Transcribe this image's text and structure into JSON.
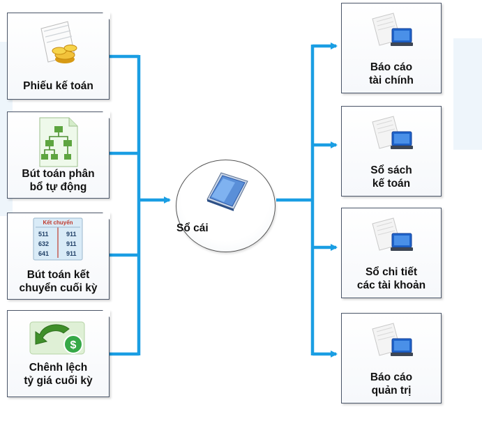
{
  "hub": {
    "label": "Sổ cái",
    "icon": "ledger-book-icon"
  },
  "inputs": [
    {
      "label": "Phiếu kế toán",
      "icon": "accounting-voucher-icon"
    },
    {
      "label": "Bút toán phân\nbổ tự động",
      "icon": "allocation-tree-icon"
    },
    {
      "label": "Bút toán kết\nchuyển cuối kỳ",
      "icon": "transfer-table-icon",
      "icon_title": "Kết chuyển",
      "icon_rows": [
        [
          "511",
          "911"
        ],
        [
          "632",
          "911"
        ],
        [
          "641",
          "911"
        ]
      ]
    },
    {
      "label": "Chênh lệch\ntỷ giá cuối kỳ",
      "icon": "exchange-rate-icon"
    }
  ],
  "outputs": [
    {
      "label": "Báo cáo\ntài chính",
      "icon": "report-computer-icon"
    },
    {
      "label": "Sổ sách\nkế toán",
      "icon": "report-computer-icon"
    },
    {
      "label": "Sổ chi tiết\ncác tài khoản",
      "icon": "report-computer-icon"
    },
    {
      "label": "Báo cáo\nquản trị",
      "icon": "report-computer-icon"
    }
  ],
  "colors": {
    "connector": "#1a9ee3",
    "border": "#4a5568",
    "label": "#111111"
  }
}
